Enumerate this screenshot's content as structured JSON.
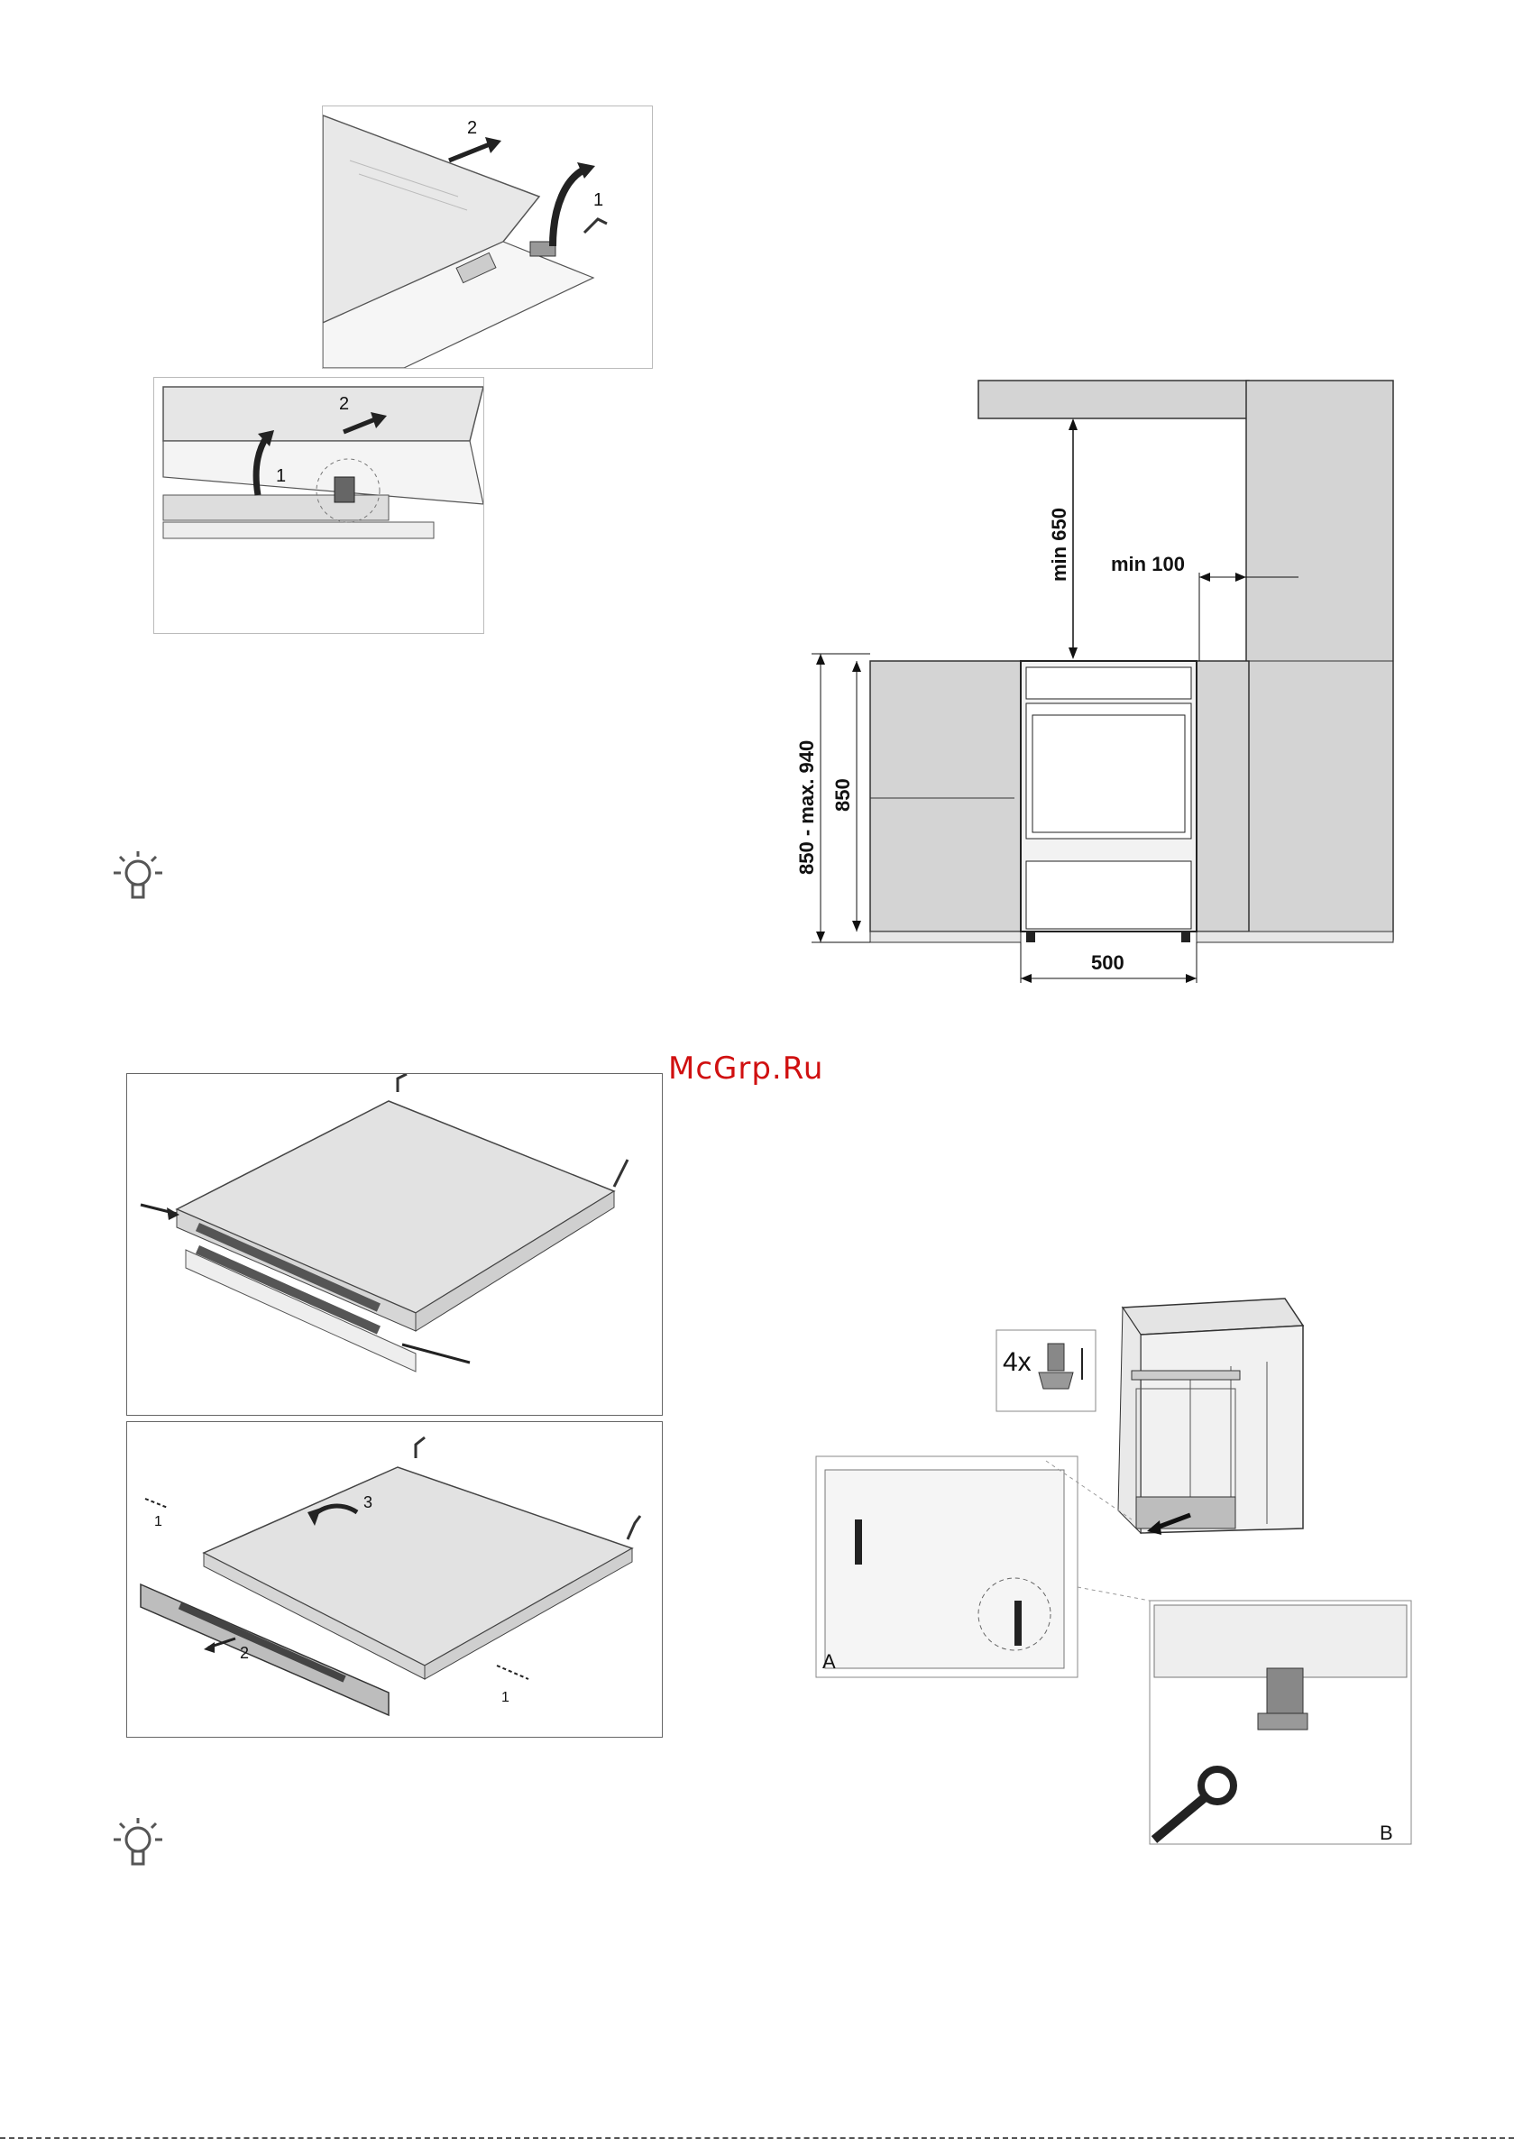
{
  "watermark": "McGrp.Ru",
  "figure_door_hinges": {
    "top_step_1": "1",
    "top_step_2": "2",
    "bottom_step_1": "1",
    "bottom_step_2": "2"
  },
  "figure_dimensions": {
    "min_650": "min 650",
    "min_100": "min 100",
    "range_850_940": "850 - max. 940",
    "h_850": "850",
    "w_500": "500"
  },
  "figure_panel_removal": {
    "step_1_left": "1",
    "step_2": "2",
    "step_3": "3",
    "step_1_right": "1"
  },
  "figure_feet": {
    "count": "4x",
    "label_a": "A",
    "label_b": "B"
  },
  "icons": {
    "tip_1": "lightbulb-icon",
    "tip_2": "lightbulb-icon"
  }
}
